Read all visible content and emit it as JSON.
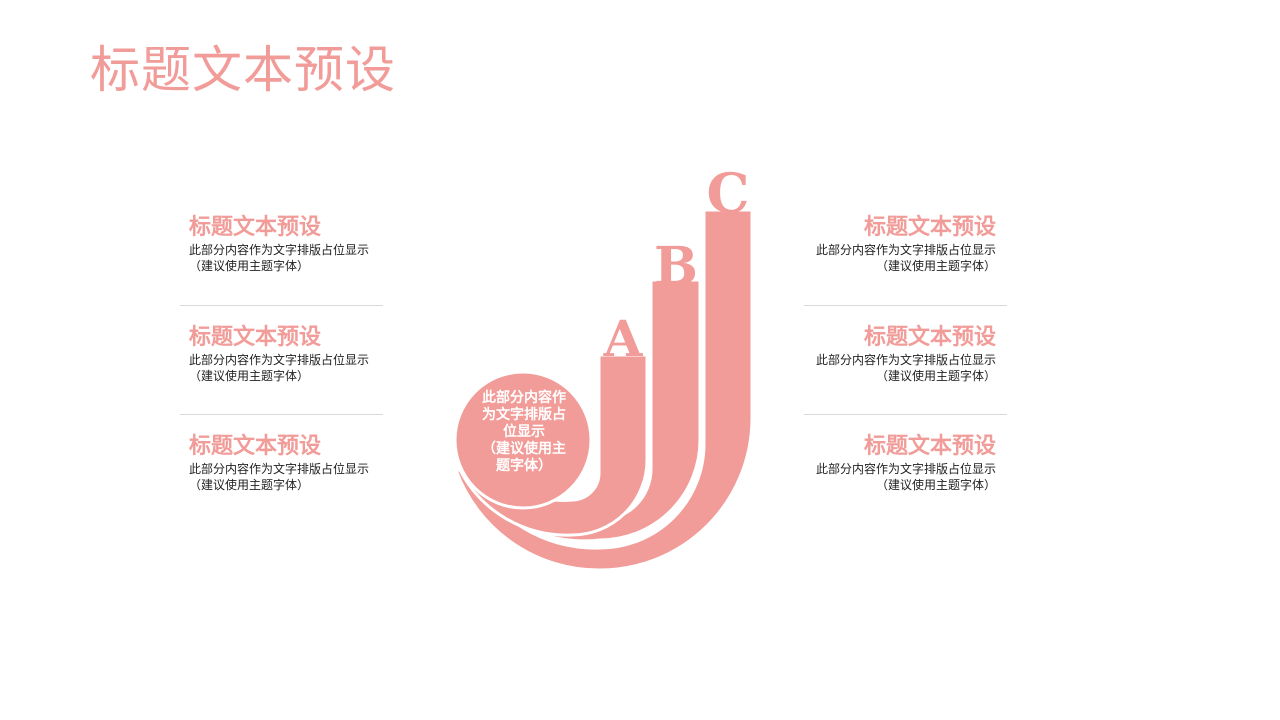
{
  "page": {
    "title": "标题文本预设"
  },
  "colors": {
    "accent": "#f19c98",
    "divider": "#d9d9d9",
    "text": "#222222"
  },
  "diagram": {
    "letters": [
      "A",
      "B",
      "C"
    ],
    "center_lines": [
      "此部分内容作",
      "为文字排版占",
      "位显示",
      "（建议使用主",
      "题字体）"
    ]
  },
  "left_items": [
    {
      "title": "标题文本预设",
      "line1": "此部分内容作为文字排版占位显示",
      "line2": "（建议使用主题字体）"
    },
    {
      "title": "标题文本预设",
      "line1": "此部分内容作为文字排版占位显示",
      "line2": "（建议使用主题字体）"
    },
    {
      "title": "标题文本预设",
      "line1": "此部分内容作为文字排版占位显示",
      "line2": "（建议使用主题字体）"
    }
  ],
  "right_items": [
    {
      "title": "标题文本预设",
      "line1": "此部分内容作为文字排版占位显示",
      "line2": "（建议使用主题字体）"
    },
    {
      "title": "标题文本预设",
      "line1": "此部分内容作为文字排版占位显示",
      "line2": "（建议使用主题字体）"
    },
    {
      "title": "标题文本预设",
      "line1": "此部分内容作为文字排版占位显示",
      "line2": "（建议使用主题字体）"
    }
  ]
}
